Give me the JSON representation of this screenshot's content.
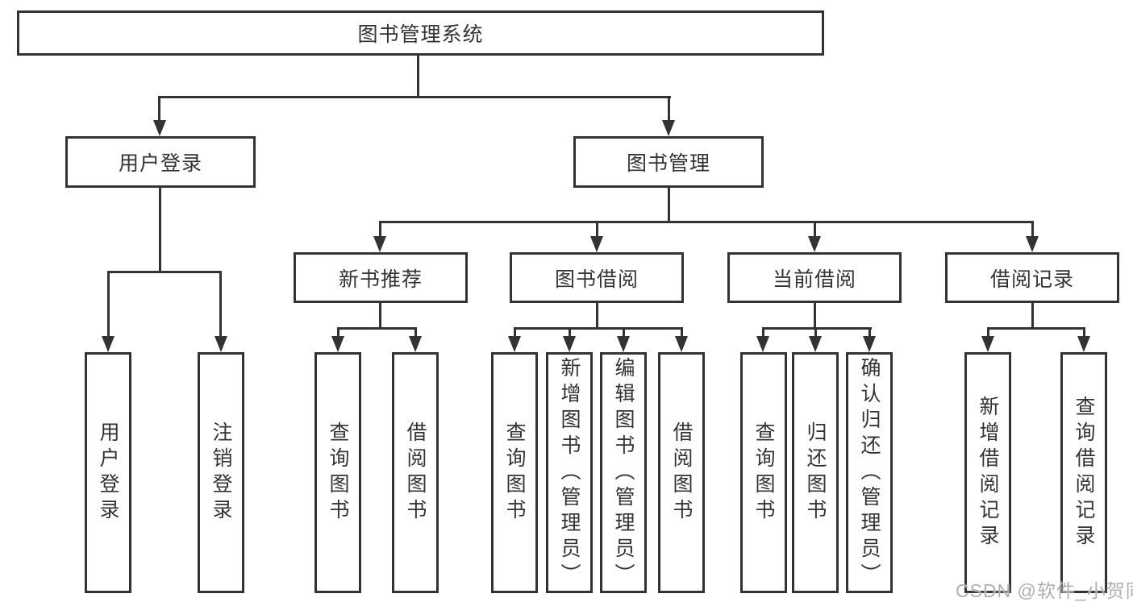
{
  "diagram": {
    "tree": {
      "label": "图书管理系统",
      "children": [
        {
          "label": "用户登录",
          "children": [
            {
              "label": "用户登录"
            },
            {
              "label": "注销登录"
            }
          ]
        },
        {
          "label": "图书管理",
          "children": [
            {
              "label": "新书推荐",
              "children": [
                {
                  "label": "查询图书"
                },
                {
                  "label": "借阅图书"
                }
              ]
            },
            {
              "label": "图书借阅",
              "children": [
                {
                  "label": "查询图书"
                },
                {
                  "label": "新增图书（管理员）"
                },
                {
                  "label": "编辑图书（管理员）"
                },
                {
                  "label": "借阅图书"
                }
              ]
            },
            {
              "label": "当前借阅",
              "children": [
                {
                  "label": "查询图书"
                },
                {
                  "label": "归还图书"
                },
                {
                  "label": "确认归还（管理员）"
                }
              ]
            },
            {
              "label": "借阅记录",
              "children": [
                {
                  "label": "新增借阅记录"
                },
                {
                  "label": "查询借阅记录"
                }
              ]
            }
          ]
        }
      ]
    },
    "watermark": "CSDN @软件_小贺同学",
    "colors": {
      "line": "#333333",
      "box_border": "#333333",
      "text": "#333333",
      "background": "#ffffff",
      "watermark": "#a8a8a8"
    }
  }
}
